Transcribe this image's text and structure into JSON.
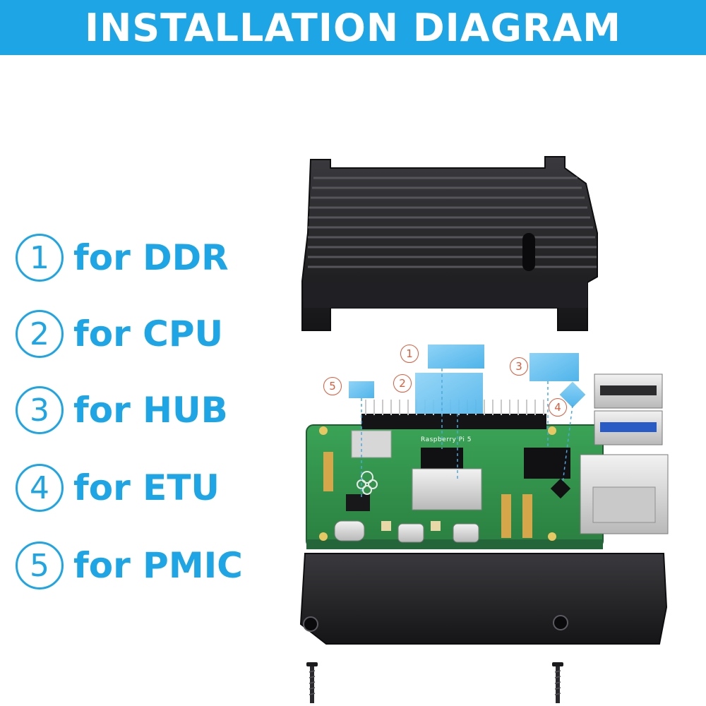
{
  "header": {
    "title": "INSTALLATION DIAGRAM"
  },
  "legend": [
    {
      "num": "1",
      "label": "for DDR"
    },
    {
      "num": "2",
      "label": "for CPU"
    },
    {
      "num": "3",
      "label": "for HUB"
    },
    {
      "num": "4",
      "label": "for ETU"
    },
    {
      "num": "5",
      "label": "for PMIC"
    }
  ],
  "callouts": [
    {
      "num": "1"
    },
    {
      "num": "2"
    },
    {
      "num": "3"
    },
    {
      "num": "4"
    },
    {
      "num": "5"
    }
  ],
  "board": {
    "brand": "Raspberry Pi 5"
  },
  "colors": {
    "accent": "#1ea5e6",
    "callout": "#e05a3a",
    "pad": "#5cbdf0",
    "board": "#2f8f4a",
    "case": "#1c1c1f"
  }
}
